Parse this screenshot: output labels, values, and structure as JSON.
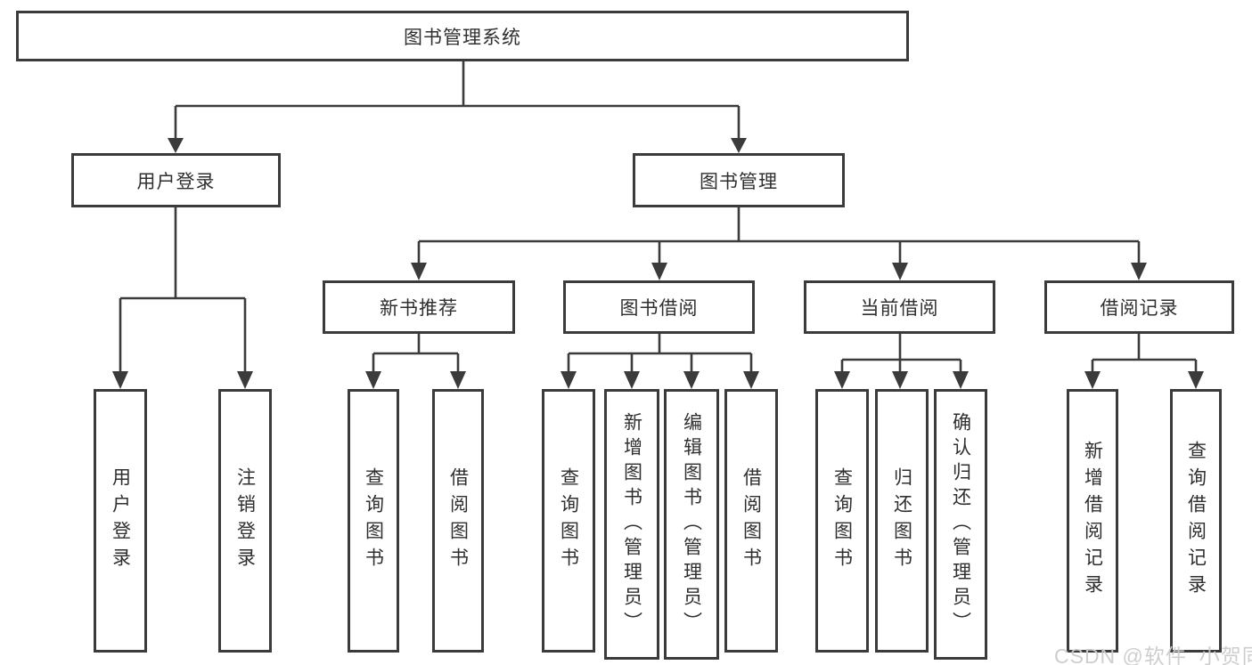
{
  "diagram": {
    "title": "图书管理系统",
    "root": {
      "label": "图书管理系统"
    },
    "branches": [
      {
        "label": "用户登录",
        "children": [
          {
            "label": "用户登录"
          },
          {
            "label": "注销登录"
          }
        ]
      },
      {
        "label": "图书管理",
        "children": [
          {
            "label": "新书推荐",
            "children": [
              {
                "label": "查询图书"
              },
              {
                "label": "借阅图书"
              }
            ]
          },
          {
            "label": "图书借阅",
            "children": [
              {
                "label": "查询图书"
              },
              {
                "label": "新增图书（管理员）"
              },
              {
                "label": "编辑图书（管理员）"
              },
              {
                "label": "借阅图书"
              }
            ]
          },
          {
            "label": "当前借阅",
            "children": [
              {
                "label": "查询图书"
              },
              {
                "label": "归还图书"
              },
              {
                "label": "确认归还（管理员）"
              }
            ]
          },
          {
            "label": "借阅记录",
            "children": [
              {
                "label": "新增借阅记录"
              },
              {
                "label": "查询借阅记录"
              }
            ]
          }
        ]
      }
    ]
  },
  "watermark": {
    "text": "CSDN @软件_小贺同学"
  },
  "colors": {
    "line": "#3b3b3b",
    "box_border": "#3b3b3b",
    "text": "#2f2f2f",
    "background": "#ffffff",
    "watermark": "#cbcbcb"
  }
}
